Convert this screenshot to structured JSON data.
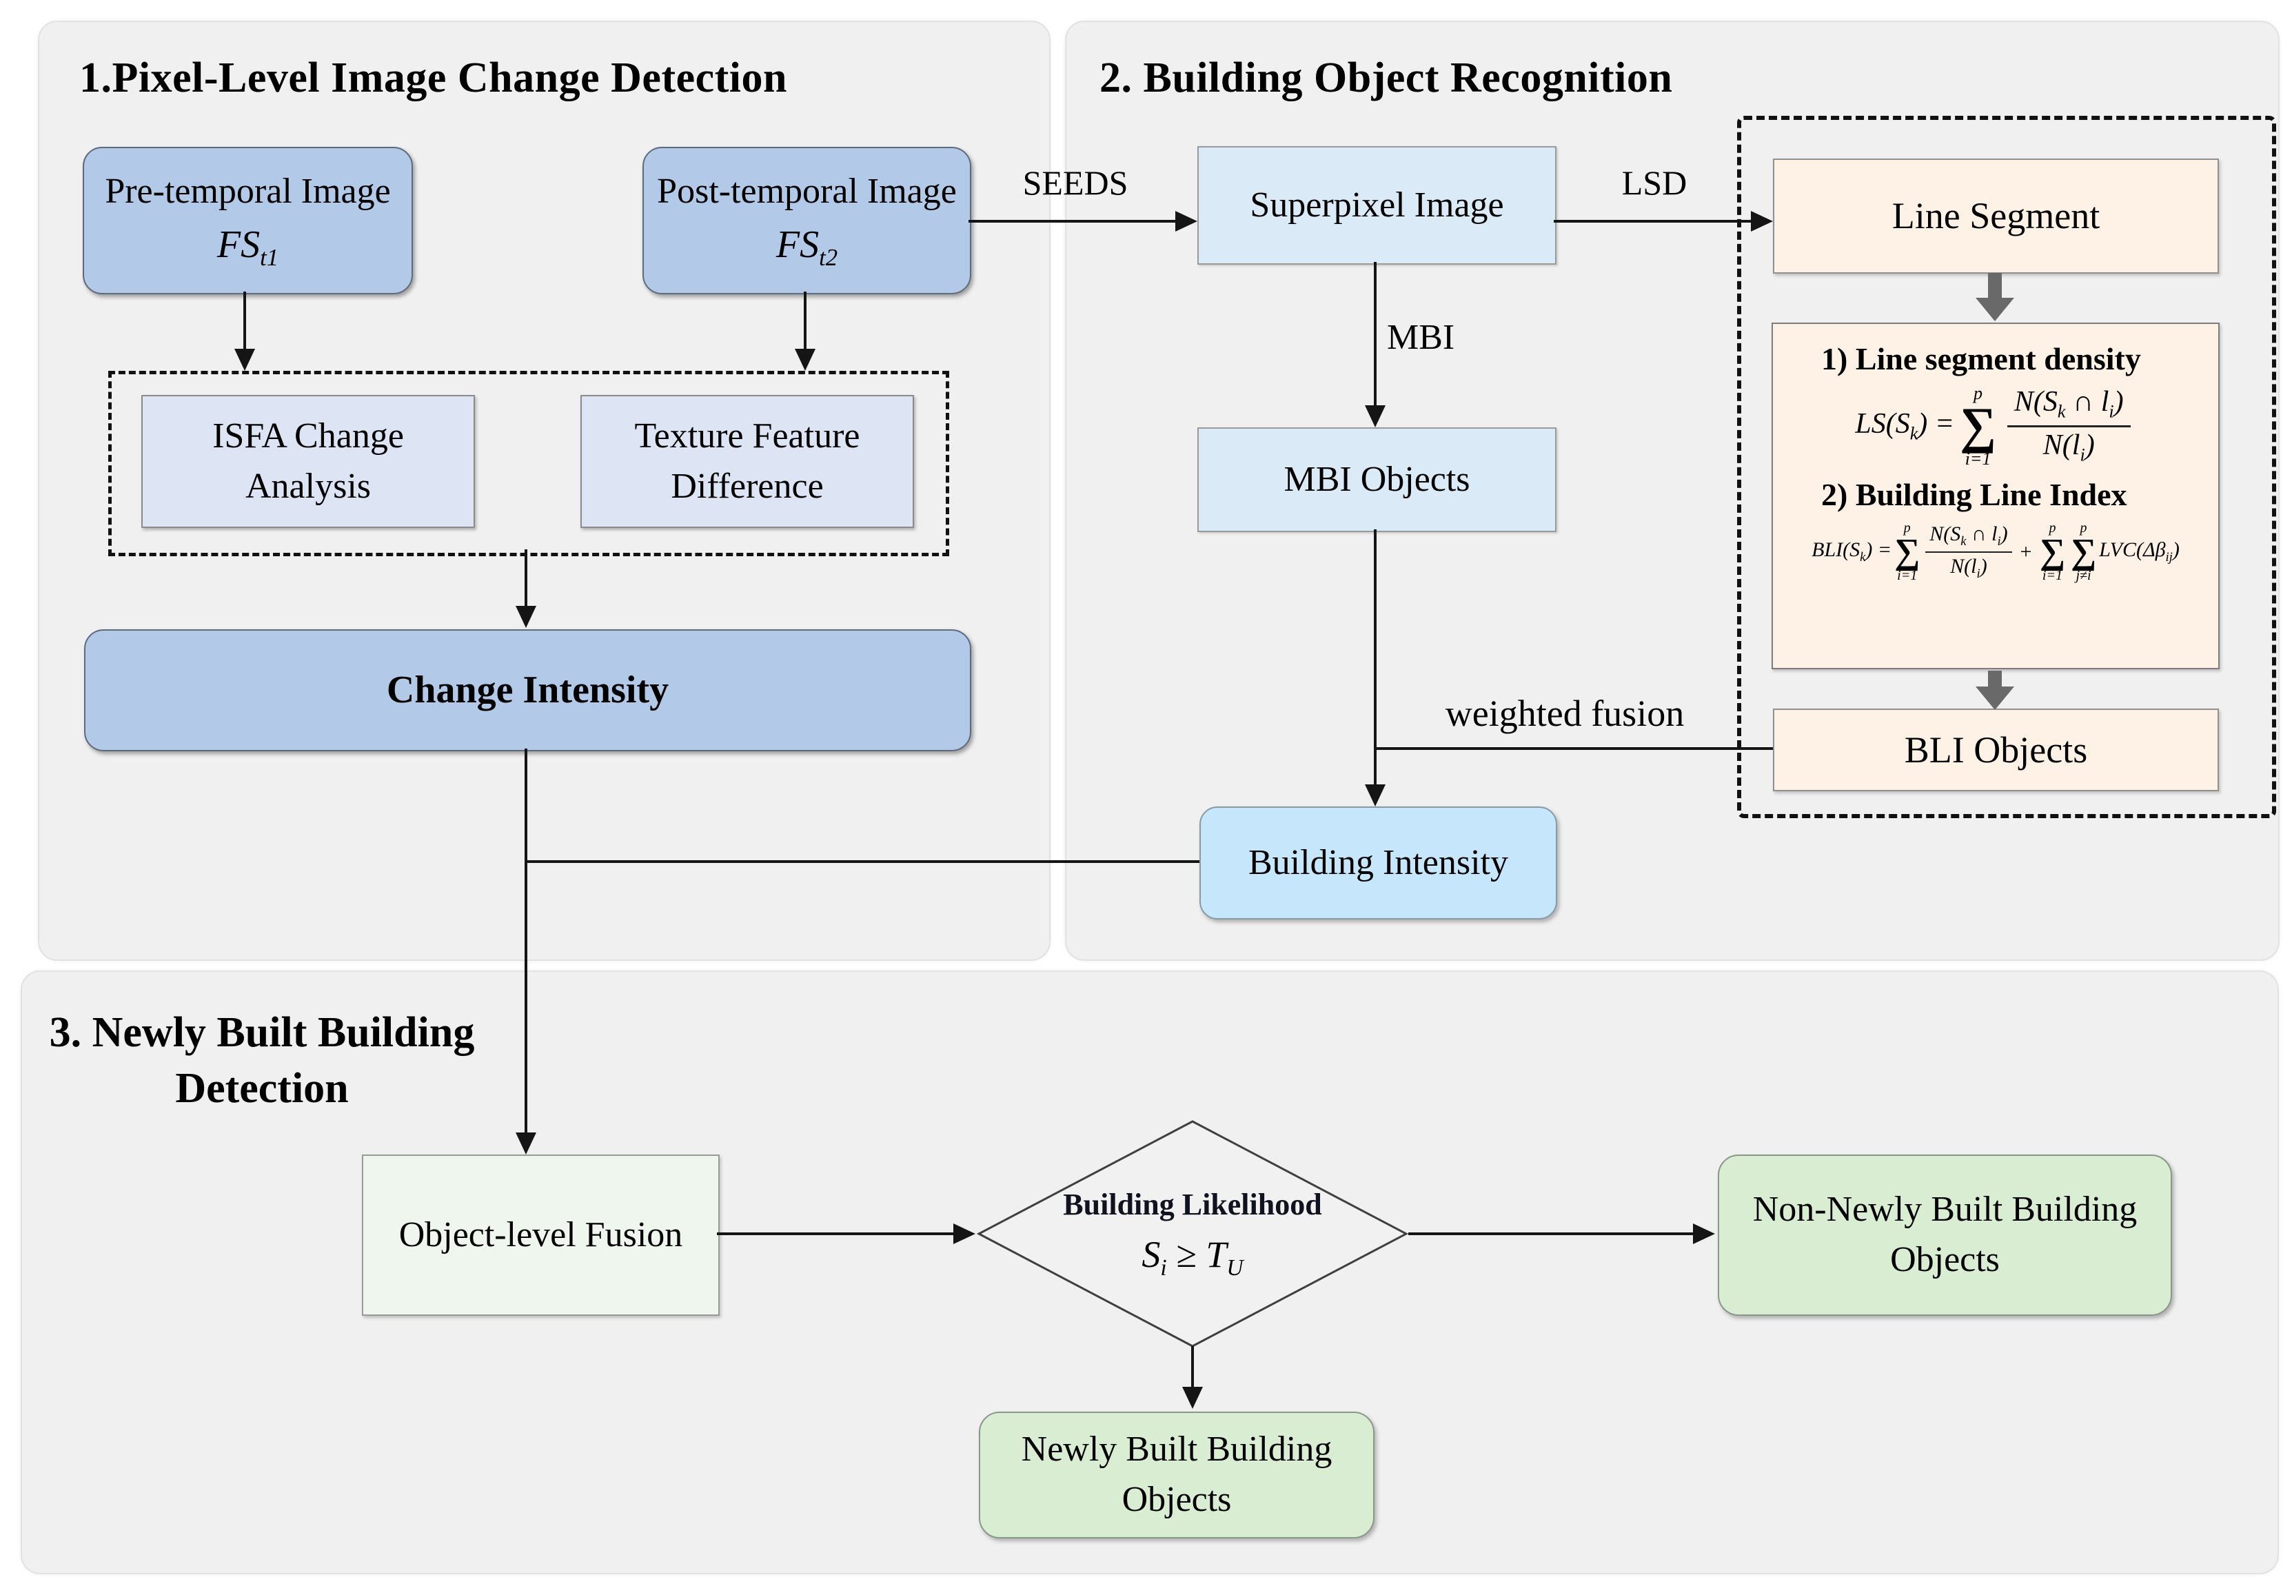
{
  "colors": {
    "panel_bg": "#f0f0f0",
    "medium_blue": "#b3c9e8",
    "pale_lavender": "#dde4f4",
    "pale_blue": "#daeaf7",
    "sky_blue": "#c6e7fb",
    "peach": "#fdf2e5",
    "green": "#d9edd3",
    "fusion_green": "#eef6ee",
    "arrow_black": "#151515",
    "arrow_gray": "#696969"
  },
  "panels": {
    "p1_title": "1.Pixel-Level Image Change Detection",
    "p2_title": "2. Building Object Recognition",
    "p3_title_line1": "3. Newly Built Building",
    "p3_title_line2": "Detection"
  },
  "boxes": {
    "pre_temporal": {
      "line1": "Pre-temporal Image",
      "symbol": "FS",
      "symbol_sub": "t1"
    },
    "post_temporal": {
      "line1": "Post-temporal Image",
      "symbol": "FS",
      "symbol_sub": "t2"
    },
    "isfa": {
      "line1": "ISFA Change",
      "line2": "Analysis"
    },
    "texture": {
      "line1": "Texture Feature",
      "line2": "Difference"
    },
    "change_intensity": {
      "label": "Change Intensity"
    },
    "superpixel": {
      "label": "Superpixel Image"
    },
    "mbi_objects": {
      "label": "MBI Objects"
    },
    "building_intensity": {
      "label": "Building Intensity"
    },
    "line_segment": {
      "label": "Line Segment"
    },
    "bli_objects": {
      "label": "BLI Objects"
    },
    "object_fusion": {
      "label": "Object-level Fusion"
    },
    "newly": {
      "line1": "Newly Built Building",
      "line2": "Objects"
    },
    "non_newly": {
      "line1": "Non-Newly Built Building",
      "line2": "Objects"
    }
  },
  "edge_labels": {
    "seeds": "SEEDS",
    "lsd": "LSD",
    "mbi": "MBI",
    "weighted_fusion": "weighted fusion"
  },
  "decision": {
    "line1": "Building Likelihood",
    "s": "S",
    "s_sub": "i",
    "op": " ≥ ",
    "t": "T",
    "t_sub": "U"
  },
  "formula_box": {
    "item1": "1) Line segment density",
    "item2": "2) Building Line Index",
    "ls": {
      "lhs": "LS(S",
      "lhs_sub": "k",
      "lhs_close": ") =",
      "sum_top": "p",
      "sum_bot": "i=1",
      "num_1": "N(S",
      "num_1_sub": "k",
      "num_2": " ∩ l",
      "num_2_sub": "i",
      "num_close": ")",
      "den_1": "N(l",
      "den_1_sub": "i",
      "den_close": ")"
    },
    "bli": {
      "lhs": "BLI(S",
      "lhs_sub": "k",
      "lhs_close": ") =",
      "sum1_top": "p",
      "sum1_bot": "i=1",
      "num_1": "N(S",
      "num_1_sub": "k",
      "num_2": " ∩ l",
      "num_2_sub": "i",
      "num_close": ")",
      "den_1": "N(l",
      "den_1_sub": "i",
      "den_close": ")",
      "plus": "+",
      "sum2_top": "p",
      "sum2_bot": "i=1",
      "sum3_top": "p",
      "sum3_bot": "j≠i",
      "tail": "LVC(Δβ",
      "tail_sub": "ij",
      "tail_close": ")"
    }
  }
}
